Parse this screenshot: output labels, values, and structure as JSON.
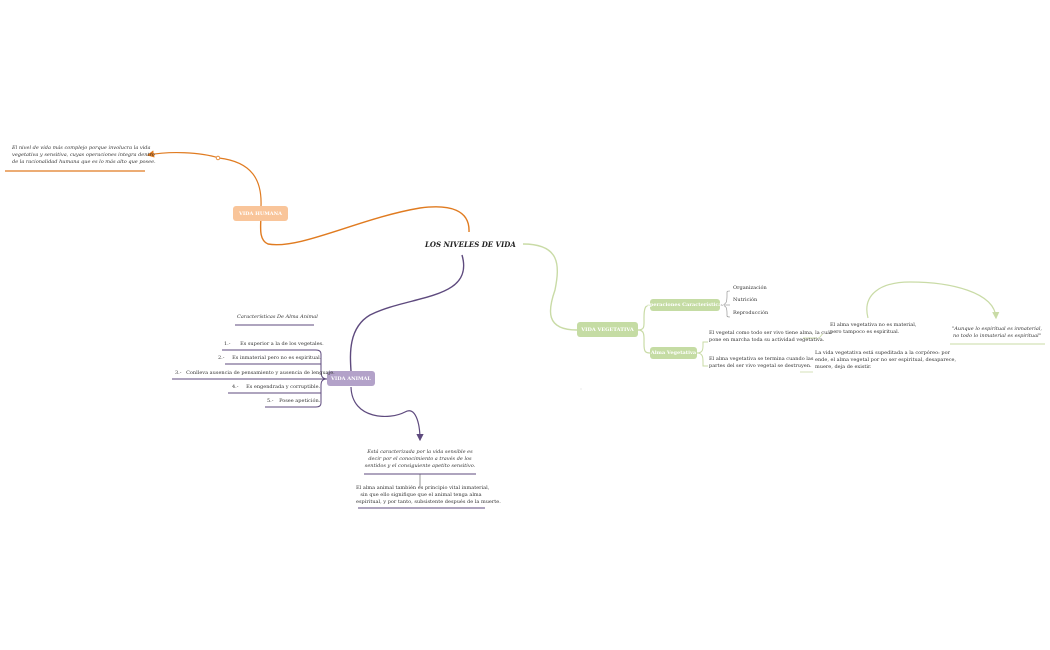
{
  "center": {
    "title": "LOS NIVELES DE VIDA"
  },
  "humana": {
    "label": "VIDA HUMANA",
    "desc_lines": [
      "El nivel de vida más complejo porque involucra la vida",
      "vegetativa y sensitiva, cuyas operaciones integra dentro",
      "de la racionalidad humana que es lo más alto que posee."
    ]
  },
  "animal": {
    "label": "VIDA ANIMAL",
    "char_title": "Características De Alma Animal",
    "characteristics": [
      {
        "num": "1.-",
        "text": "Es superior a la de los vegetales."
      },
      {
        "num": "2.-",
        "text": "Es inmaterial pero no es espiritual."
      },
      {
        "num": "3.-",
        "text": "Conlleva ausencia de pensamiento y ausencia de lenguaje."
      },
      {
        "num": "4.-",
        "text": "Es engendrada y corruptible."
      },
      {
        "num": "5.-",
        "text": "Posee apetición."
      }
    ],
    "desc1_lines": [
      "Está caracterizada por la vida sensible es",
      "decir por el conocimiento a través de los",
      "sentidos y el consiguiente apetito sensitivo."
    ],
    "desc2_lines": [
      "El alma animal también es principio vital inmaterial,",
      "sin que ello signifique que el animal tenga alma",
      "espiritual, y por tanto, subsistente después de la muerte."
    ]
  },
  "vegetativa": {
    "label": "VIDA VEGETATIVA",
    "ops_label": "Operaciones Características",
    "ops": [
      "Organización",
      "Nutrición",
      "Reproducción"
    ],
    "alma_label": "Alma Vegetativa",
    "alma_desc1_lines": [
      "El vegetal como todo ser vivo tiene alma, la cuál",
      "pone en marcha toda su actividad vegetativa."
    ],
    "alma_desc2_lines": [
      "El alma vegetativa se termina cuando las",
      "partes del ser vivo vegetal se destruyen."
    ],
    "note1_lines": [
      "El alma vegetativa no es material,",
      "pero tampoco es espiritual."
    ],
    "note2_lines": [
      "La vida vegetativa está supeditada a la corpóreo: por",
      "ende, el alma vegetal por no ser espiritual, desaparece,",
      "muere, deja de existir."
    ],
    "quote_lines": [
      "\"Aunque lo espiritual es inmaterial,",
      "no todo lo inmaterial es espiritual\""
    ]
  },
  "colors": {
    "humana": "#e07b20",
    "humana_node": "#f9c59a",
    "animal": "#5e4a7e",
    "animal_node": "#b3a2c9",
    "vegetativa": "#c9dba6",
    "vegetativa_node": "#c5dca4",
    "underline": "#555555"
  }
}
